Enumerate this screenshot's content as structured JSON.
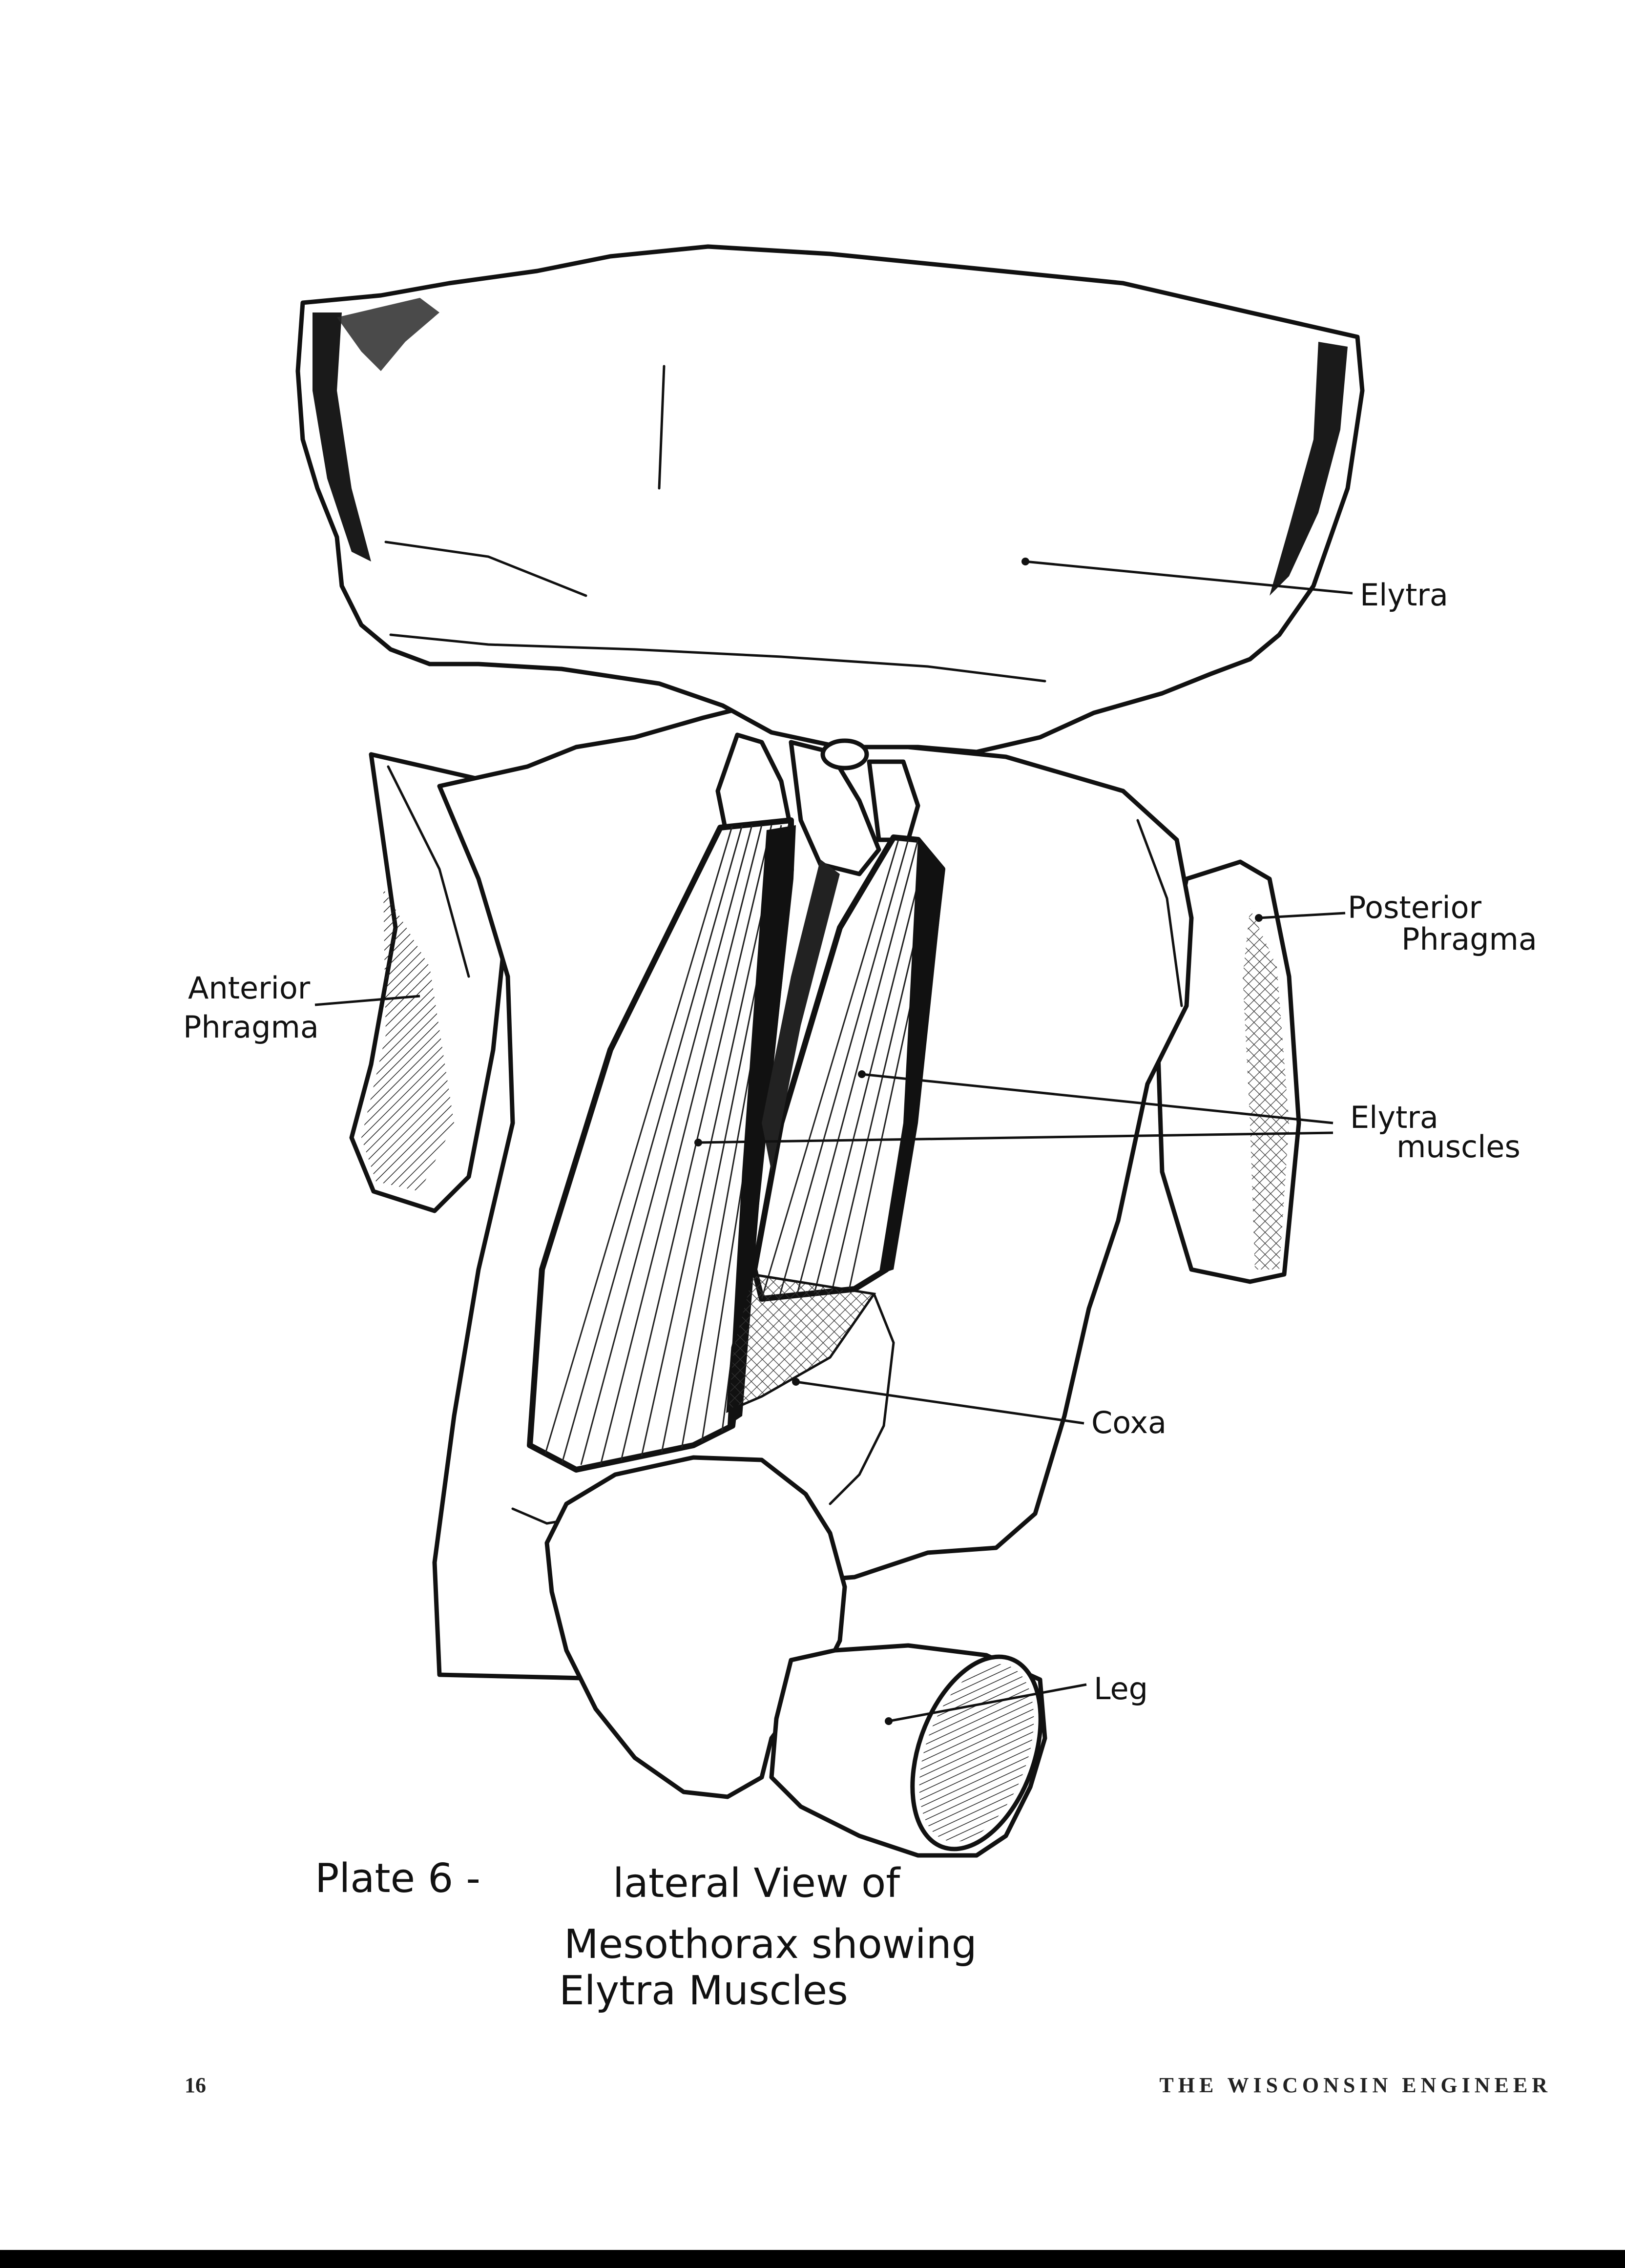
{
  "labels": {
    "elytra": "Elytra",
    "posterior_phragma_1": "Posterior",
    "posterior_phragma_2": "Phragma",
    "anterior_phragma_1": "Anterior",
    "anterior_phragma_2": "Phragma",
    "elytra_muscles_1": "Elytra",
    "elytra_muscles_2": "muscles",
    "coxa": "Coxa",
    "leg": "Leg"
  },
  "caption": {
    "plate": "Plate 6 -",
    "line1": "lateral View of",
    "line2": "Mesothorax showing",
    "line3": "Elytra Muscles"
  },
  "footer": {
    "page_number": "16",
    "journal": "THE WISCONSIN ENGINEER"
  }
}
